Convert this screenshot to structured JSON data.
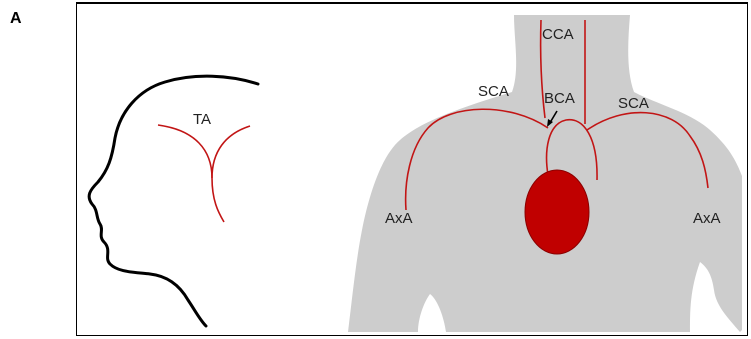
{
  "panel_label": "A",
  "labels": {
    "ta": "TA",
    "cca": "CCA",
    "bca": "BCA",
    "sca_left": "SCA",
    "sca_right": "SCA",
    "axa_left": "AxA",
    "axa_right": "AxA"
  },
  "colors": {
    "body": "#cdcdcd",
    "vessel": "#c21515",
    "heart": "#c00000",
    "outline": "#000000"
  }
}
